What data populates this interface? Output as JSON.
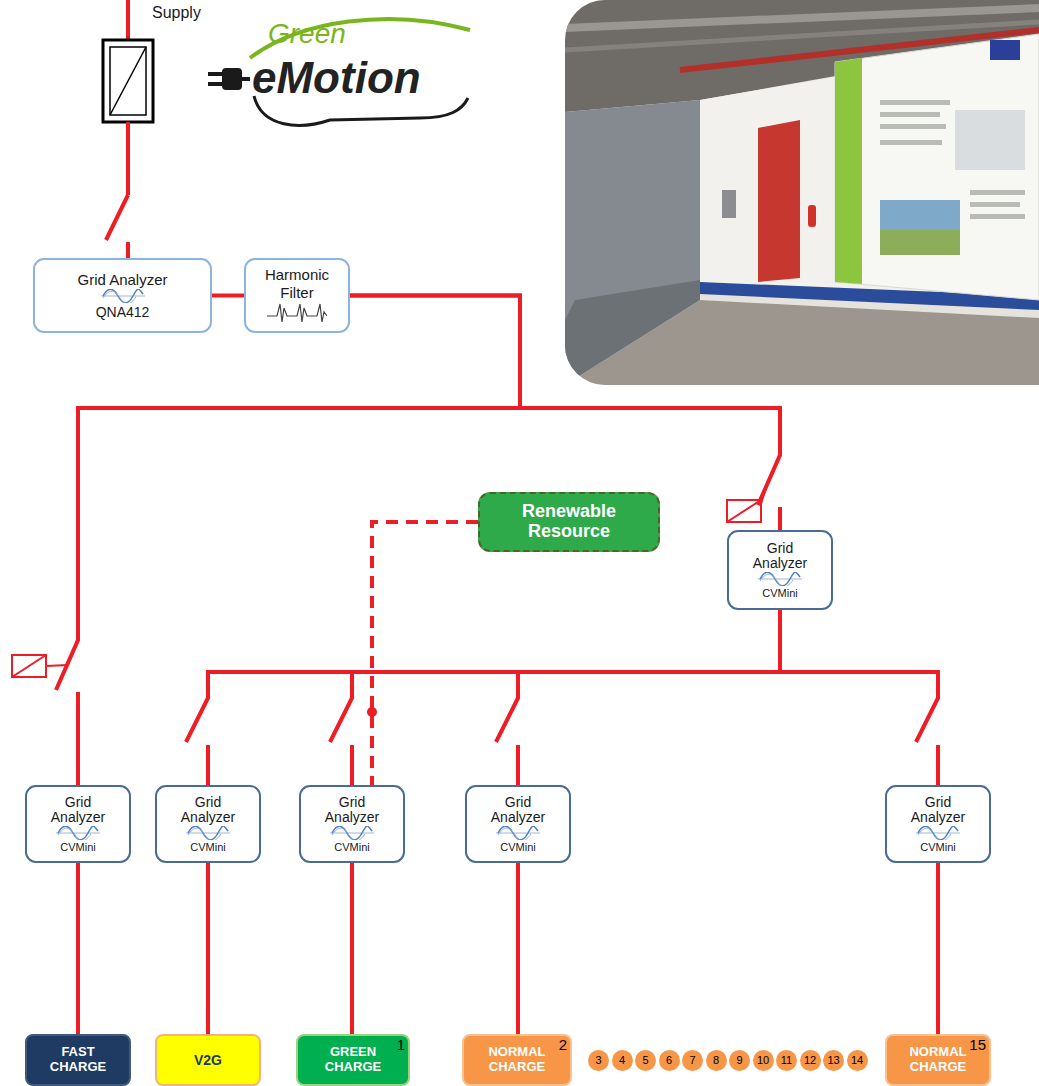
{
  "diagram": {
    "nodes": [
      {
        "text": [
          "Grid Analyzer",
          "QNA412"
        ]
      },
      {
        "text": [
          "Harmonic Filter"
        ]
      },
      {
        "text": [
          "Renewable Resource"
        ]
      },
      {
        "text": [
          "Grid Analyzer",
          "CVMini"
        ]
      },
      {
        "text": [
          "Grid Analyzer",
          "CVMini"
        ]
      },
      {
        "text": [
          "Grid Analyzer",
          "CVMini"
        ]
      },
      {
        "text": [
          "Grid Analyzer",
          "CVMini"
        ]
      },
      {
        "text": [
          "Grid Analyzer",
          "CVMini"
        ]
      },
      {
        "text": [
          "Grid Analyzer",
          "CVMini"
        ]
      },
      {
        "text": [
          "FAST CHARGE"
        ]
      },
      {
        "text": [
          "V2G"
        ]
      },
      {
        "text": [
          "GREEN CHARGE",
          "1"
        ]
      },
      {
        "text": [
          "NORMAL CHARGE",
          "2"
        ]
      },
      {
        "text": [
          "3"
        ]
      },
      {
        "text": [
          "4"
        ]
      },
      {
        "text": [
          "5"
        ]
      },
      {
        "text": [
          "6"
        ]
      },
      {
        "text": [
          "7"
        ]
      },
      {
        "text": [
          "8"
        ]
      },
      {
        "text": [
          "9"
        ]
      },
      {
        "text": [
          "10"
        ]
      },
      {
        "text": [
          "11"
        ]
      },
      {
        "text": [
          "12"
        ]
      },
      {
        "text": [
          "13"
        ]
      },
      {
        "text": [
          "14"
        ]
      },
      {
        "text": [
          "NORMAL CHARGE",
          "15"
        ]
      }
    ],
    "edges": [
      {
        "from": 0,
        "to": 1,
        "arrow": "none"
      },
      {
        "from": 1,
        "to": 4,
        "arrow": "none"
      },
      {
        "from": 1,
        "to": 3,
        "arrow": "none"
      },
      {
        "from": 3,
        "to": 5,
        "arrow": "none"
      },
      {
        "from": 3,
        "to": 6,
        "arrow": "none"
      },
      {
        "from": 3,
        "to": 7,
        "arrow": "none"
      },
      {
        "from": 3,
        "to": 8,
        "arrow": "none"
      },
      {
        "from": 2,
        "to": 6,
        "arrow": "none"
      },
      {
        "from": 4,
        "to": 9,
        "arrow": "none"
      },
      {
        "from": 5,
        "to": 10,
        "arrow": "none"
      },
      {
        "from": 6,
        "to": 11,
        "arrow": "none"
      },
      {
        "from": 7,
        "to": 12,
        "arrow": "none"
      },
      {
        "from": 8,
        "to": 25,
        "arrow": "none"
      }
    ],
    "labels": [
      "Supply",
      "Green",
      "eMotion"
    ]
  }
}
